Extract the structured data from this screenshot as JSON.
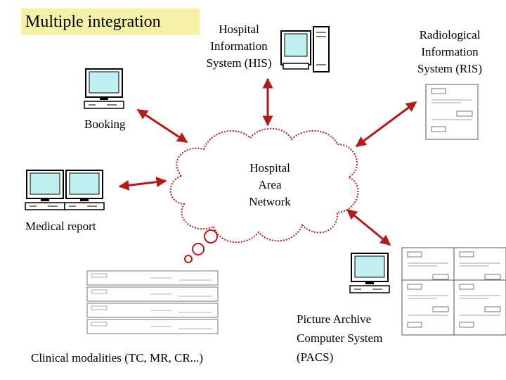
{
  "title": "Multiple integration",
  "nodes": {
    "his": {
      "line1": "Hospital",
      "line2": "Information",
      "line3": "System (HIS)"
    },
    "ris": {
      "line1": "Radiological",
      "line2": "Information",
      "line3": "System (RIS)"
    },
    "booking": {
      "label": "Booking"
    },
    "network": {
      "line1": "Hospital",
      "line2": "Area",
      "line3": "Network"
    },
    "medical_report": {
      "label": "Medical report"
    },
    "modalities": {
      "label": "Clinical modalities (TC, MR, CR...)"
    },
    "pacs": {
      "line1": "Picture Archive",
      "line2": "Computer System",
      "line3": "(PACS)"
    }
  },
  "colors": {
    "arrow": "#b01c1c",
    "cloud_fill": "#ffffff",
    "cloud_stroke": "#c01818",
    "title_bg": "#f5f2a6",
    "screen": "#bff0f0"
  }
}
